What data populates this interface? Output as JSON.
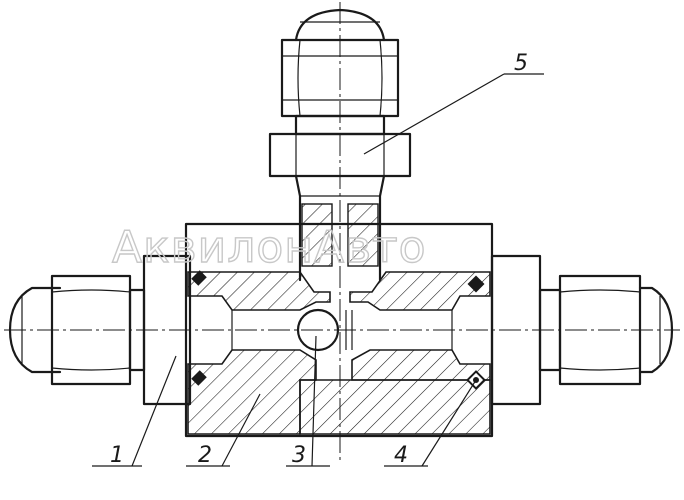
{
  "watermark": "АквилонАвто",
  "callouts": [
    {
      "label": "1"
    },
    {
      "label": "2"
    },
    {
      "label": "3"
    },
    {
      "label": "4"
    },
    {
      "label": "5"
    }
  ],
  "colors": {
    "ink": "#1a1a1a",
    "watermark": "#c8c8c8",
    "background": "#ffffff"
  }
}
